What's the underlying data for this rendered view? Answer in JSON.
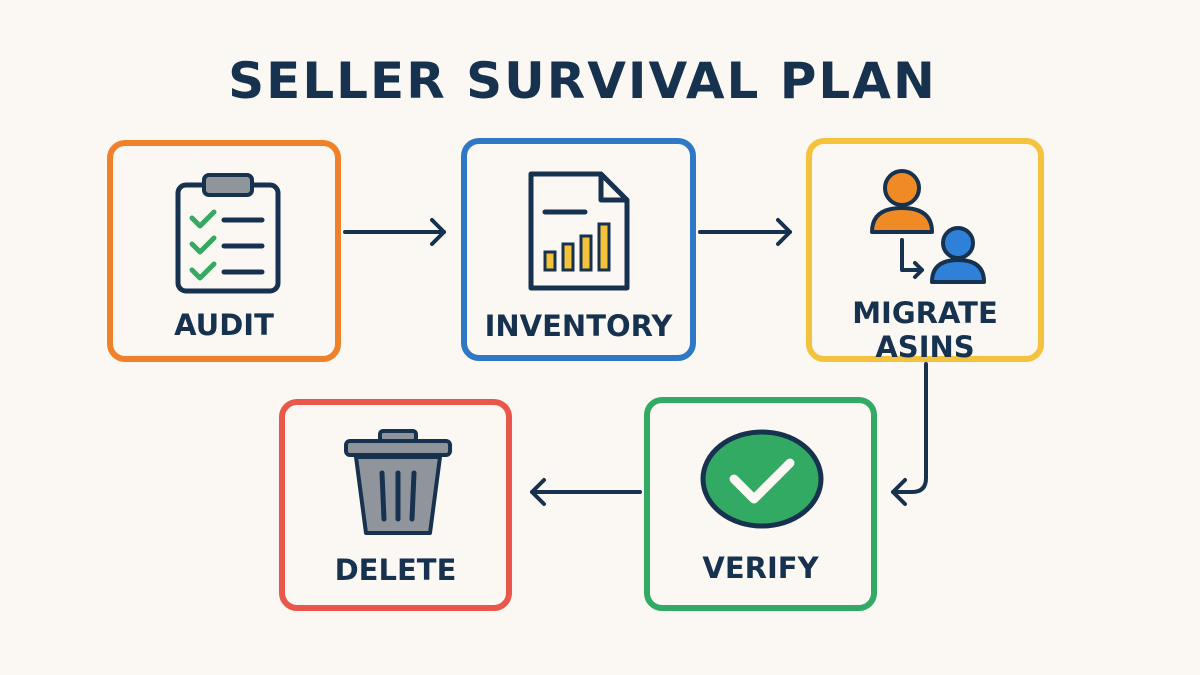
{
  "title": "SELLER SURVIVAL PLAN",
  "steps": {
    "audit": {
      "label": "AUDIT",
      "color": "#f0802a",
      "icon": "clipboard-checklist-icon"
    },
    "inventory": {
      "label": "INVENTORY",
      "color": "#2f78c6",
      "icon": "bar-chart-document-icon"
    },
    "migrate": {
      "label": "MIGRATE ASINS",
      "color": "#f5c23e",
      "icon": "user-transfer-icon"
    },
    "verify": {
      "label": "VERIFY",
      "color": "#33aa63",
      "icon": "check-circle-icon"
    },
    "delete": {
      "label": "DELETE",
      "color": "#e8574a",
      "icon": "trash-can-icon"
    }
  },
  "colors": {
    "navy": "#17324f",
    "green_check": "#35a862",
    "chart_bar": "#f4c13a",
    "person_orange": "#f08a24",
    "person_blue": "#2f80d8",
    "trash_gray": "#8f959b",
    "background": "#fbf8f4"
  }
}
